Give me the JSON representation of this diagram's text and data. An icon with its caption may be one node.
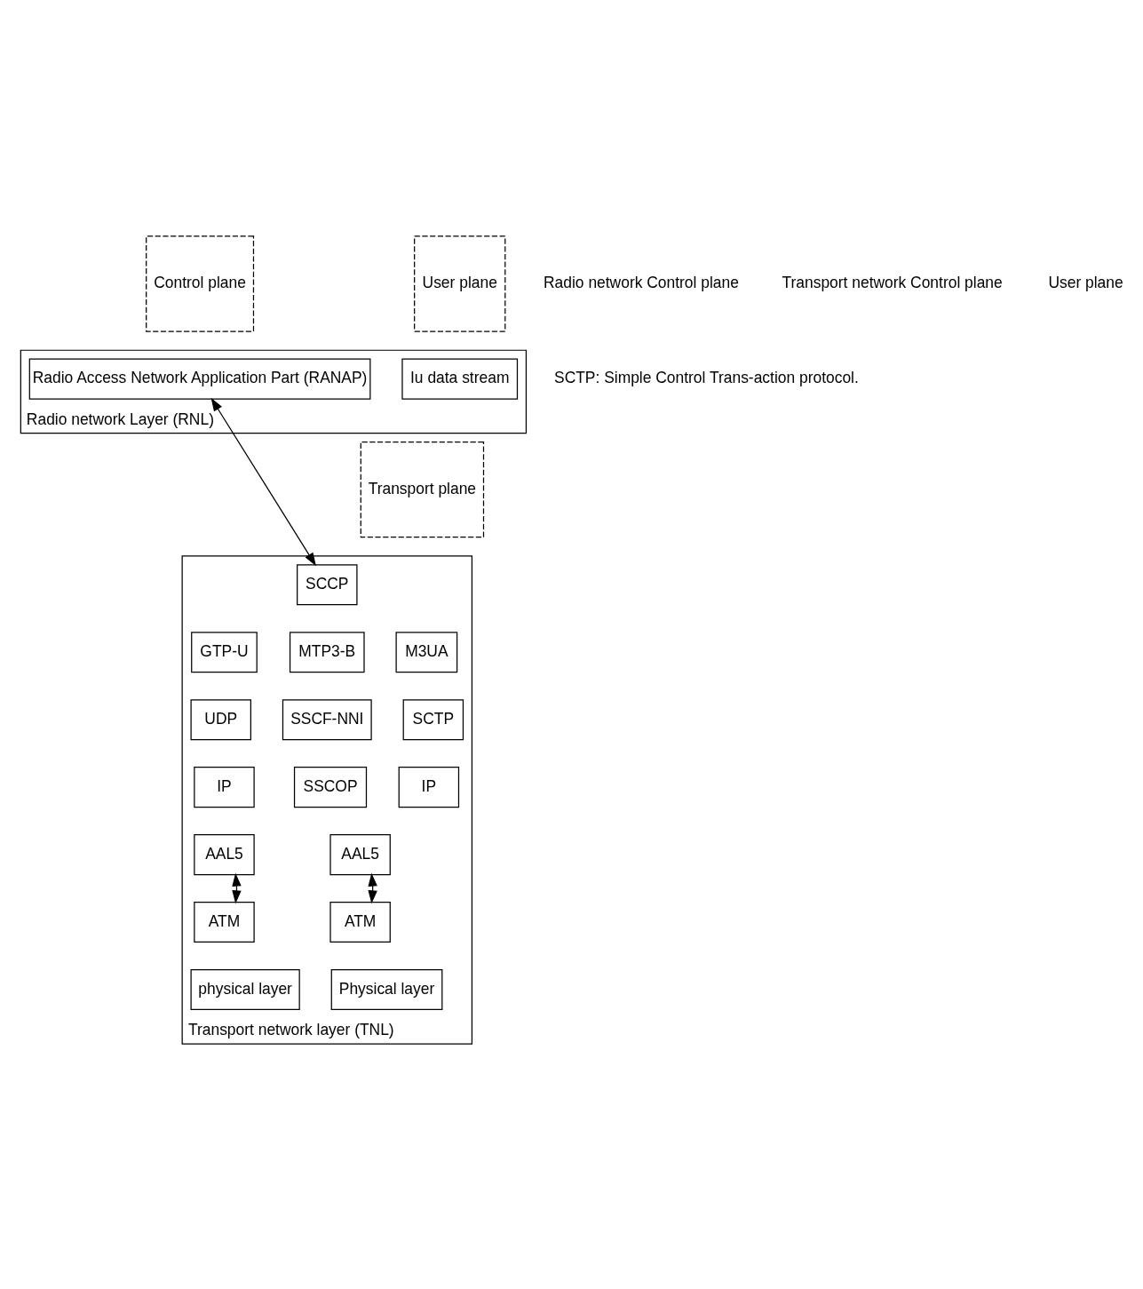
{
  "diagram": {
    "nodes": [
      {
        "text": [
          "Radio network Layer (RNL)"
        ]
      },
      {
        "text": [
          "Control plane"
        ]
      },
      {
        "text": [
          "Radio Access Network Application Part (RANAP)"
        ],
        "in": 0
      },
      {
        "text": [
          "User plane"
        ]
      },
      {
        "text": [
          "Iu data stream"
        ],
        "in": 0
      },
      {
        "text": [
          "Transport network layer (TNL)"
        ]
      },
      {
        "text": [
          "Transport plane"
        ]
      },
      {
        "text": [
          "SCCP"
        ],
        "in": 5
      },
      {
        "text": [
          "MTP3-B"
        ],
        "in": 5
      },
      {
        "text": [
          "M3UA"
        ],
        "in": 5
      },
      {
        "text": [
          "SSCF-NNI"
        ],
        "in": 5
      },
      {
        "text": [
          "SCTP"
        ],
        "in": 5
      },
      {
        "text": [
          "SSCOP"
        ],
        "in": 5
      },
      {
        "text": [
          "IP"
        ],
        "in": 5
      },
      {
        "text": [
          "AAL5"
        ],
        "in": 5
      },
      {
        "text": [
          "ATM"
        ],
        "in": 5
      },
      {
        "text": [
          "Physical layer"
        ],
        "in": 5
      },
      {
        "text": [
          "GTP-U"
        ],
        "in": 5
      },
      {
        "text": [
          "UDP"
        ],
        "in": 5
      },
      {
        "text": [
          "IP"
        ],
        "in": 5
      },
      {
        "text": [
          "AAL5"
        ],
        "in": 5
      },
      {
        "text": [
          "ATM"
        ],
        "in": 5
      },
      {
        "text": [
          "physical layer"
        ],
        "in": 5
      }
    ],
    "edges": [
      {
        "from": 2,
        "to": 7,
        "arrow": "both"
      },
      {
        "from": 14,
        "to": 15,
        "arrow": "both"
      },
      {
        "from": 20,
        "to": 21,
        "arrow": "both"
      }
    ],
    "labels": [
      "Radio network Control plane",
      "Transport network Control plane",
      "User plane",
      "SCTP: Simple Control Trans-action protocol."
    ]
  }
}
